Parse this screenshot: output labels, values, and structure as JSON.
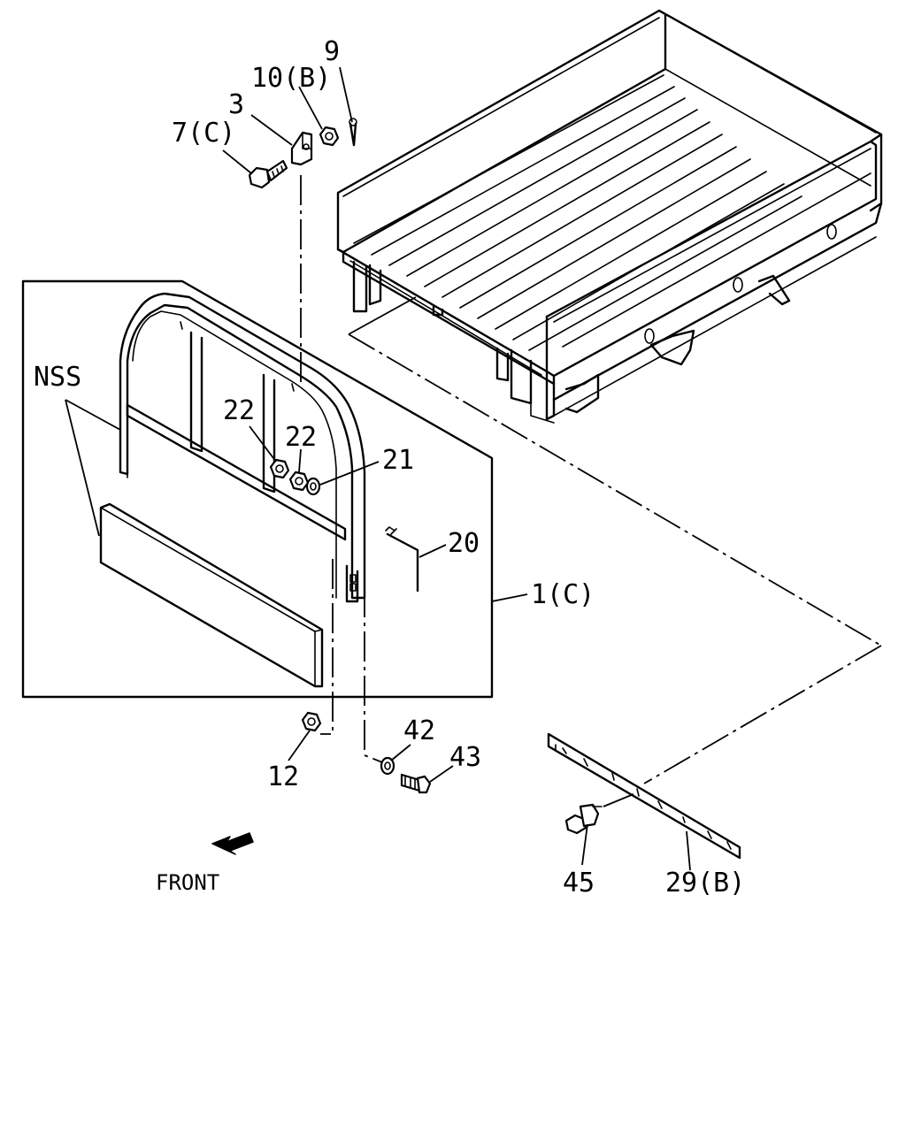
{
  "labels": {
    "p9": "9",
    "p10b": "10(B)",
    "p3": "3",
    "p7c": "7(C)",
    "nss": "NSS",
    "p22a": "22",
    "p22b": "22",
    "p21": "21",
    "p20": "20",
    "p1c": "1(C)",
    "p12": "12",
    "p42": "42",
    "p43": "43",
    "p45": "45",
    "p29b": "29(B)",
    "front": "FRONT"
  }
}
